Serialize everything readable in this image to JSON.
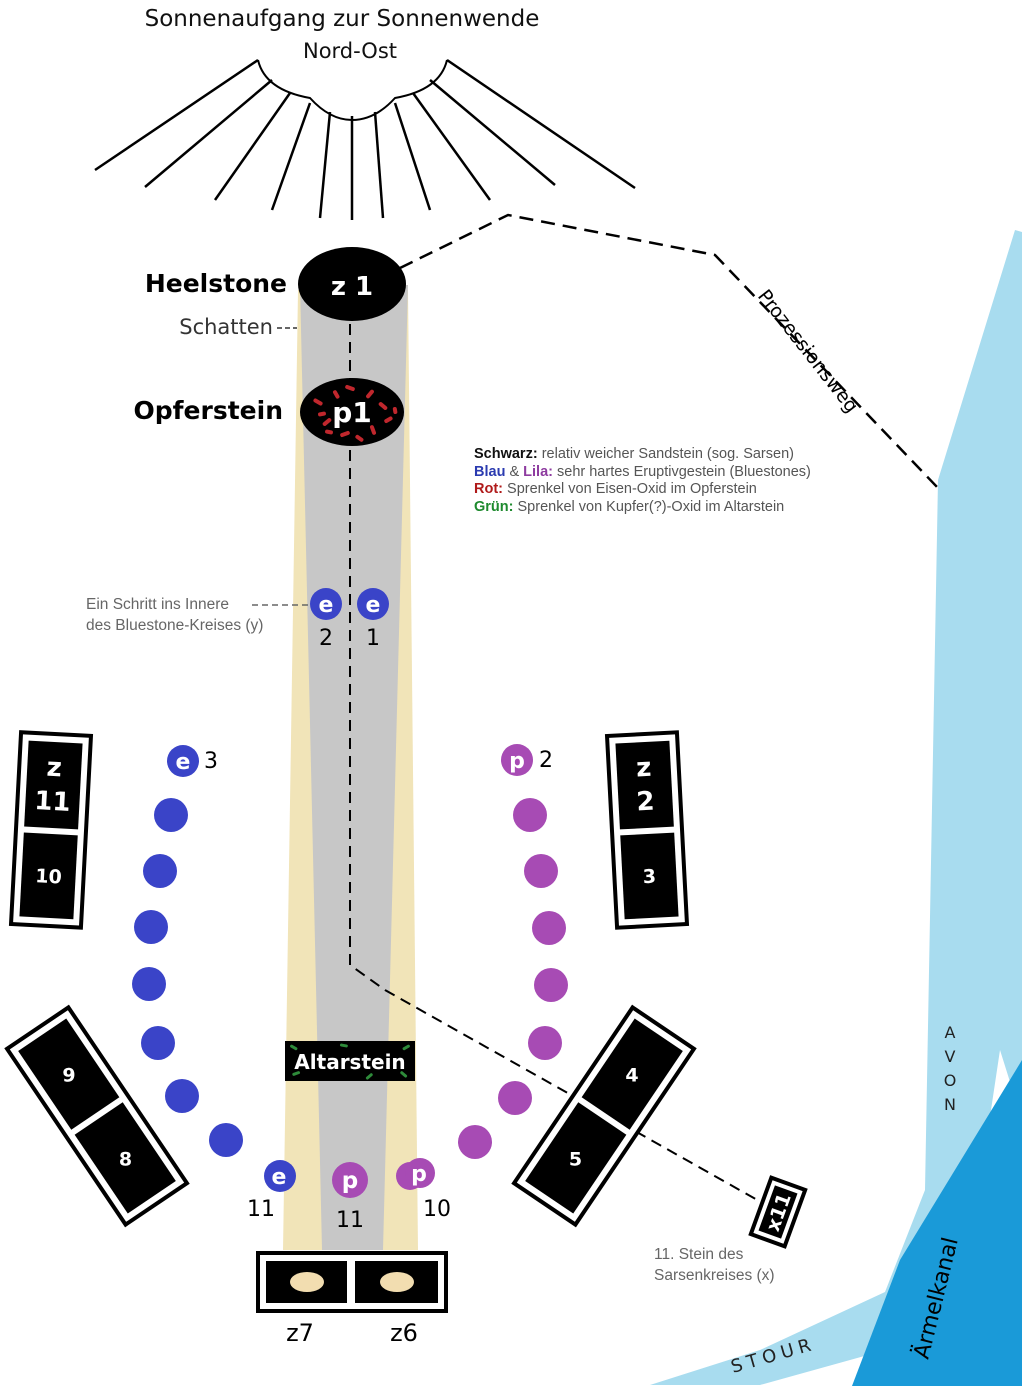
{
  "title": "Sonnenaufgang zur Sonnenwende",
  "subtitle": "Nord-Ost",
  "labels": {
    "heelstone": "Heelstone",
    "schatten": "Schatten",
    "opferstein": "Opferstein",
    "altarstein": "Altarstein",
    "prozessionsweg": "Prozessionsweg",
    "step_line1": "Ein Schritt ins Innere",
    "step_line2": "des Bluestone-Kreises (y)",
    "x11_line1": "11. Stein des",
    "x11_line2": "Sarsenkreises (x)",
    "avon": "AVON",
    "stour": "STOUR",
    "aermelkanal": "Ärmelkanal"
  },
  "legend": [
    {
      "key": "Schwarz:",
      "key_color": "#111111",
      "text": "relativ weicher Sandstein (sog. Sarsen)"
    },
    {
      "key": "Blau",
      "key_color": "#2b3bb0",
      "sep": " & ",
      "key2": "Lila:",
      "key2_color": "#8e3ca0",
      "text": "sehr hartes Eruptivgestein (Bluestones)"
    },
    {
      "key": "Rot:",
      "key_color": "#b01a1a",
      "text": "Sprenkel von Eisen-Oxid im Opferstein"
    },
    {
      "key": "Grün:",
      "key_color": "#1e8a2e",
      "text": "Sprenkel von Kupfer(?)-Oxid im Altarstein"
    }
  ],
  "stones": {
    "z1": "z 1",
    "p1": "p1",
    "e1": {
      "letter": "e",
      "num": "1"
    },
    "e2": {
      "letter": "e",
      "num": "2"
    },
    "e3": {
      "letter": "e",
      "num": "3"
    },
    "p2": {
      "letter": "p",
      "num": "2"
    },
    "e11": {
      "letter": "e",
      "num": "11"
    },
    "p11": {
      "letter": "p",
      "num": "11"
    },
    "p10": {
      "letter": "p",
      "num": "10"
    },
    "z11_top": "z",
    "z11_bottom": "11",
    "z10": "10",
    "z2_top": "z",
    "z2_bottom": "2",
    "z3": "3",
    "z9": "9",
    "z8": "8",
    "z4": "4",
    "z5": "5",
    "x11": "x11",
    "z7": "z7",
    "z6": "z6"
  },
  "colors": {
    "bluestone_blue": "#3a44c8",
    "bluestone_lila": "#a74bb4",
    "sarsen": "#000000",
    "beam_gray": "#c7c7c7",
    "beam_glow": "#f1e4b8",
    "water": "#a8dcef",
    "sea": "#1a9ad8"
  }
}
